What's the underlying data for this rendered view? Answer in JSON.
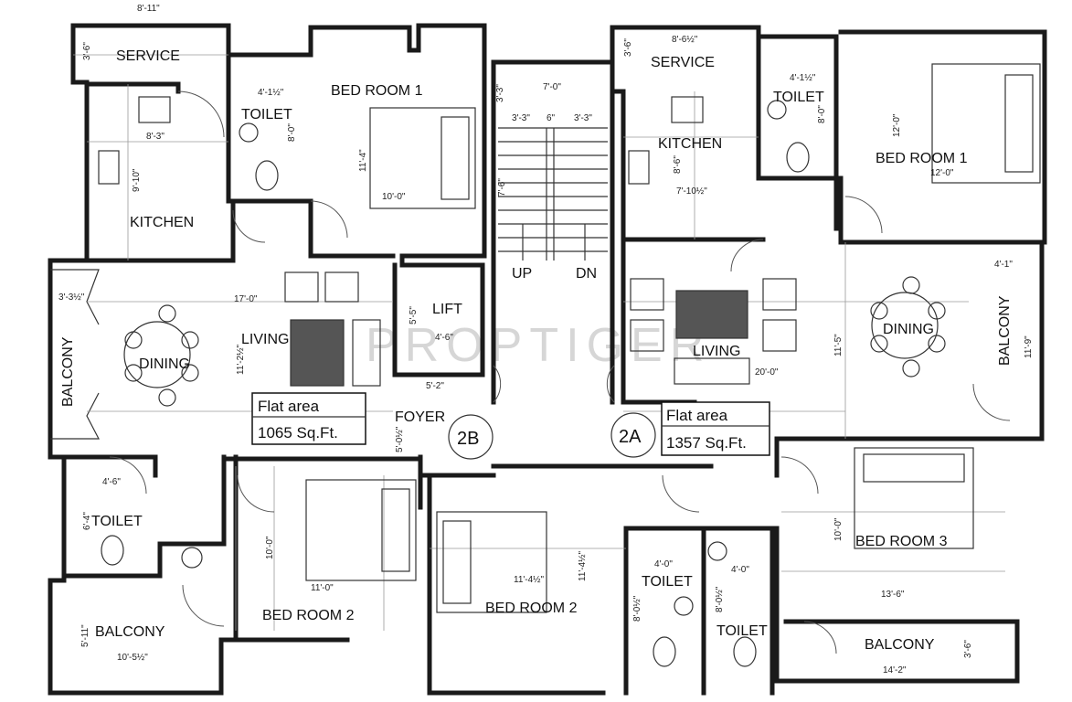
{
  "watermark": "PROPTIGER",
  "flat_2b": {
    "tag": "2B",
    "area_title": "Flat area",
    "area_value": "1065  Sq.Ft.",
    "rooms": {
      "service": "SERVICE",
      "toilet_top": "TOILET",
      "bedroom1": "BED ROOM 1",
      "kitchen": "KITCHEN",
      "balcony_left": "BALCONY",
      "dining": "DINING",
      "living": "LIVING",
      "lift": "LIFT",
      "foyer": "FOYER",
      "toilet_bottom": "TOILET",
      "bedroom2": "BED ROOM 2",
      "balcony_bottom": "BALCONY"
    },
    "dims": {
      "service_w": "8'-11\"",
      "service_h": "3'-6\"",
      "toilet_w": "4'-1½\"",
      "toilet_h": "8'-0\"",
      "bed1_h": "11'-4\"",
      "bed1_w": "10'-0\"",
      "kitchen_w": "8'-3\"",
      "kitchen_h": "9'-10\"",
      "balcony_w": "3'-3½\"",
      "living_w": "17'-0\"",
      "living_h": "11'-2½\"",
      "lift_h": "5'-5\"",
      "lift_w": "4'-6\"",
      "foyer_w": "5'-2\"",
      "foyer_h": "5'-0½\"",
      "toilet_b_w": "4'-6\"",
      "toilet_b_h": "6'-4\"",
      "bed2_h": "10'-0\"",
      "bed2_w": "11'-0\"",
      "balcony_b_h": "5'-11\"",
      "balcony_b_w": "10'-5½\""
    }
  },
  "flat_2a": {
    "tag": "2A",
    "area_title": "Flat area",
    "area_value": "1357 Sq.Ft.",
    "rooms": {
      "service": "SERVICE",
      "toilet_top": "TOILET",
      "kitchen": "KITCHEN",
      "bedroom1": "BED ROOM 1",
      "living": "LIVING",
      "dining": "DINING",
      "balcony_right": "BALCONY",
      "bedroom2": "BED ROOM 2",
      "toilet_mid1": "TOILET",
      "toilet_mid2": "TOILET",
      "bedroom3": "BED ROOM 3",
      "balcony_bottom": "BALCONY"
    },
    "dims": {
      "service_w": "8'-6½\"",
      "service_h": "3'-6\"",
      "toilet_w": "4'-1½\"",
      "toilet_h": "8'-0\"",
      "kitchen_h": "8'-6\"",
      "kitchen_w": "7'-10½\"",
      "bed1_h": "12'-0\"",
      "bed1_w": "12'-0\"",
      "living_w": "20'-0\"",
      "dining_h": "11'-5\"",
      "balcony_w": "4'-1\"",
      "balcony_h": "11'-9\"",
      "bed2_w": "11'-4½\"",
      "bed2_h": "11'-4½\"",
      "toilet1_w": "4'-0\"",
      "toilet1_h": "8'-0½\"",
      "toilet2_w": "4'-0\"",
      "toilet2_h": "8'-0½\"",
      "bed3_h": "10'-0\"",
      "bed3_w": "13'-6\"",
      "balcony_b_w": "14'-2\"",
      "balcony_b_h": "3'-6\""
    }
  },
  "stair": {
    "width": "7'-0\"",
    "flight_left": "3'-3\"",
    "gap": "6\"",
    "flight_right": "3'-3\"",
    "depth": "3'-3\"",
    "run": "7'-6\"",
    "up": "UP",
    "down": "DN"
  }
}
